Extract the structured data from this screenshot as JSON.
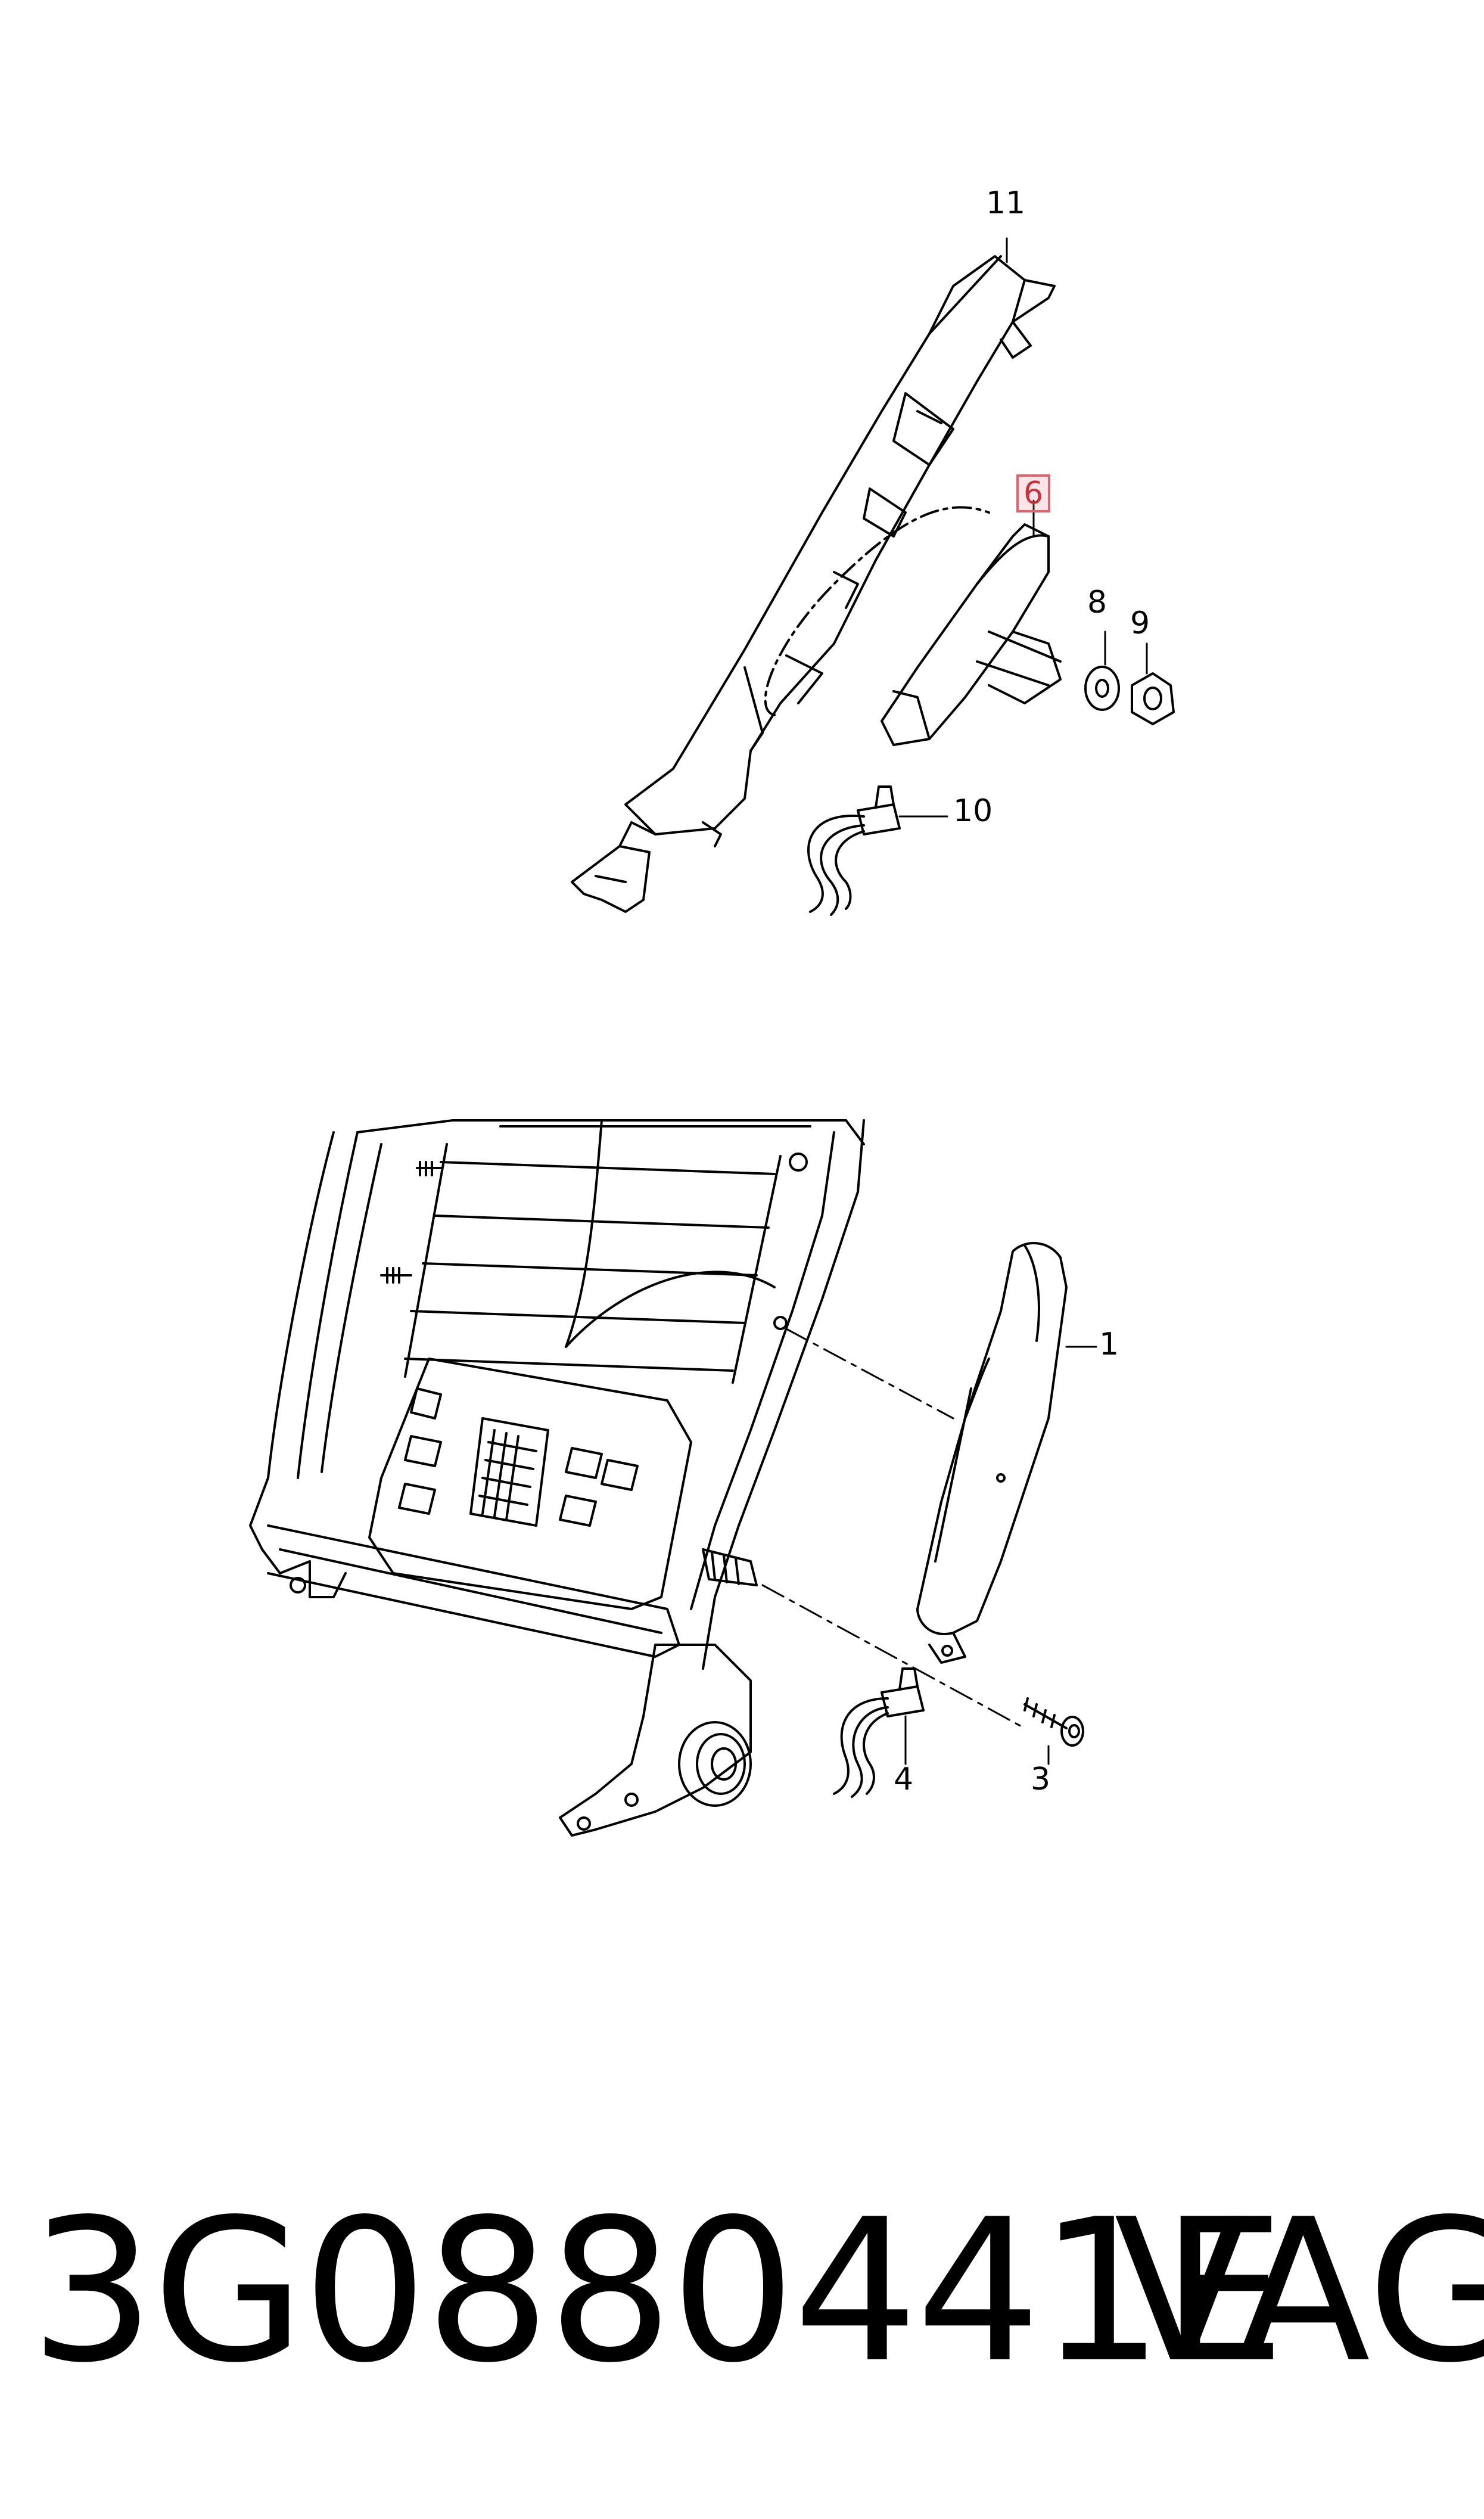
{
  "callouts": {
    "c1": "1",
    "c3": "3",
    "c4": "4",
    "c6": "6",
    "c8": "8",
    "c9": "9",
    "c10": "10",
    "c11": "11"
  },
  "footer": {
    "part_number": "3G0880441E",
    "brand": "VAG"
  },
  "colors": {
    "line": "#000000",
    "highlight_border": "#e06470",
    "highlight_text": "#c8323c"
  }
}
